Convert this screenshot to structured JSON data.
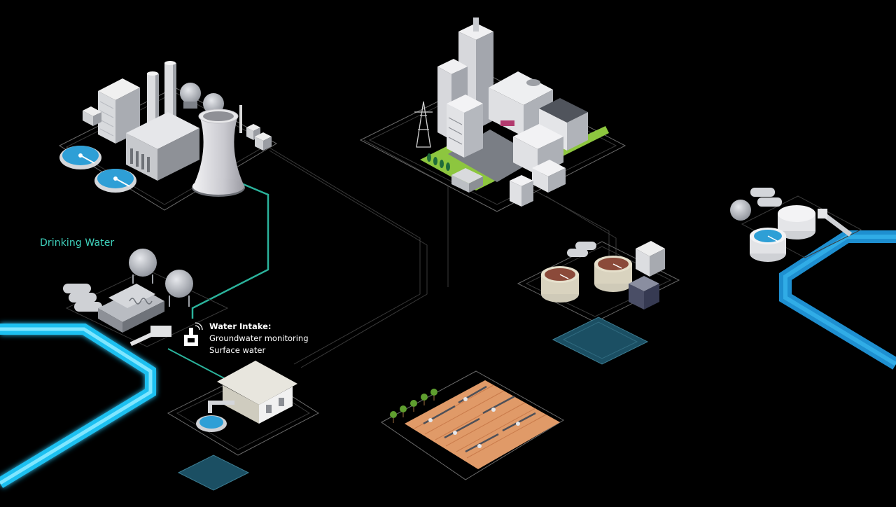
{
  "labels": {
    "drinking_water": "Drinking Water",
    "water_intake": {
      "title": "Water Intake:",
      "lines": [
        "Groundwater monitoring",
        "Surface water"
      ]
    }
  },
  "colors": {
    "background": "#000000",
    "river_glow": "#1ec0f0",
    "river_core": "#7fe6ff",
    "river_right": "#1e8fd0",
    "teal_pipe": "#2bb39c",
    "label_teal": "#3fd2bd",
    "grid_line": "#8a8a8a",
    "tile_teal": "#1b4f63",
    "field": "#e09a68",
    "grass": "#9acb3c",
    "basin_water": "#2e9fd6",
    "tank_brown": "#8b4a3a"
  },
  "icons": {
    "sensor": "wifi-sensor-icon"
  }
}
